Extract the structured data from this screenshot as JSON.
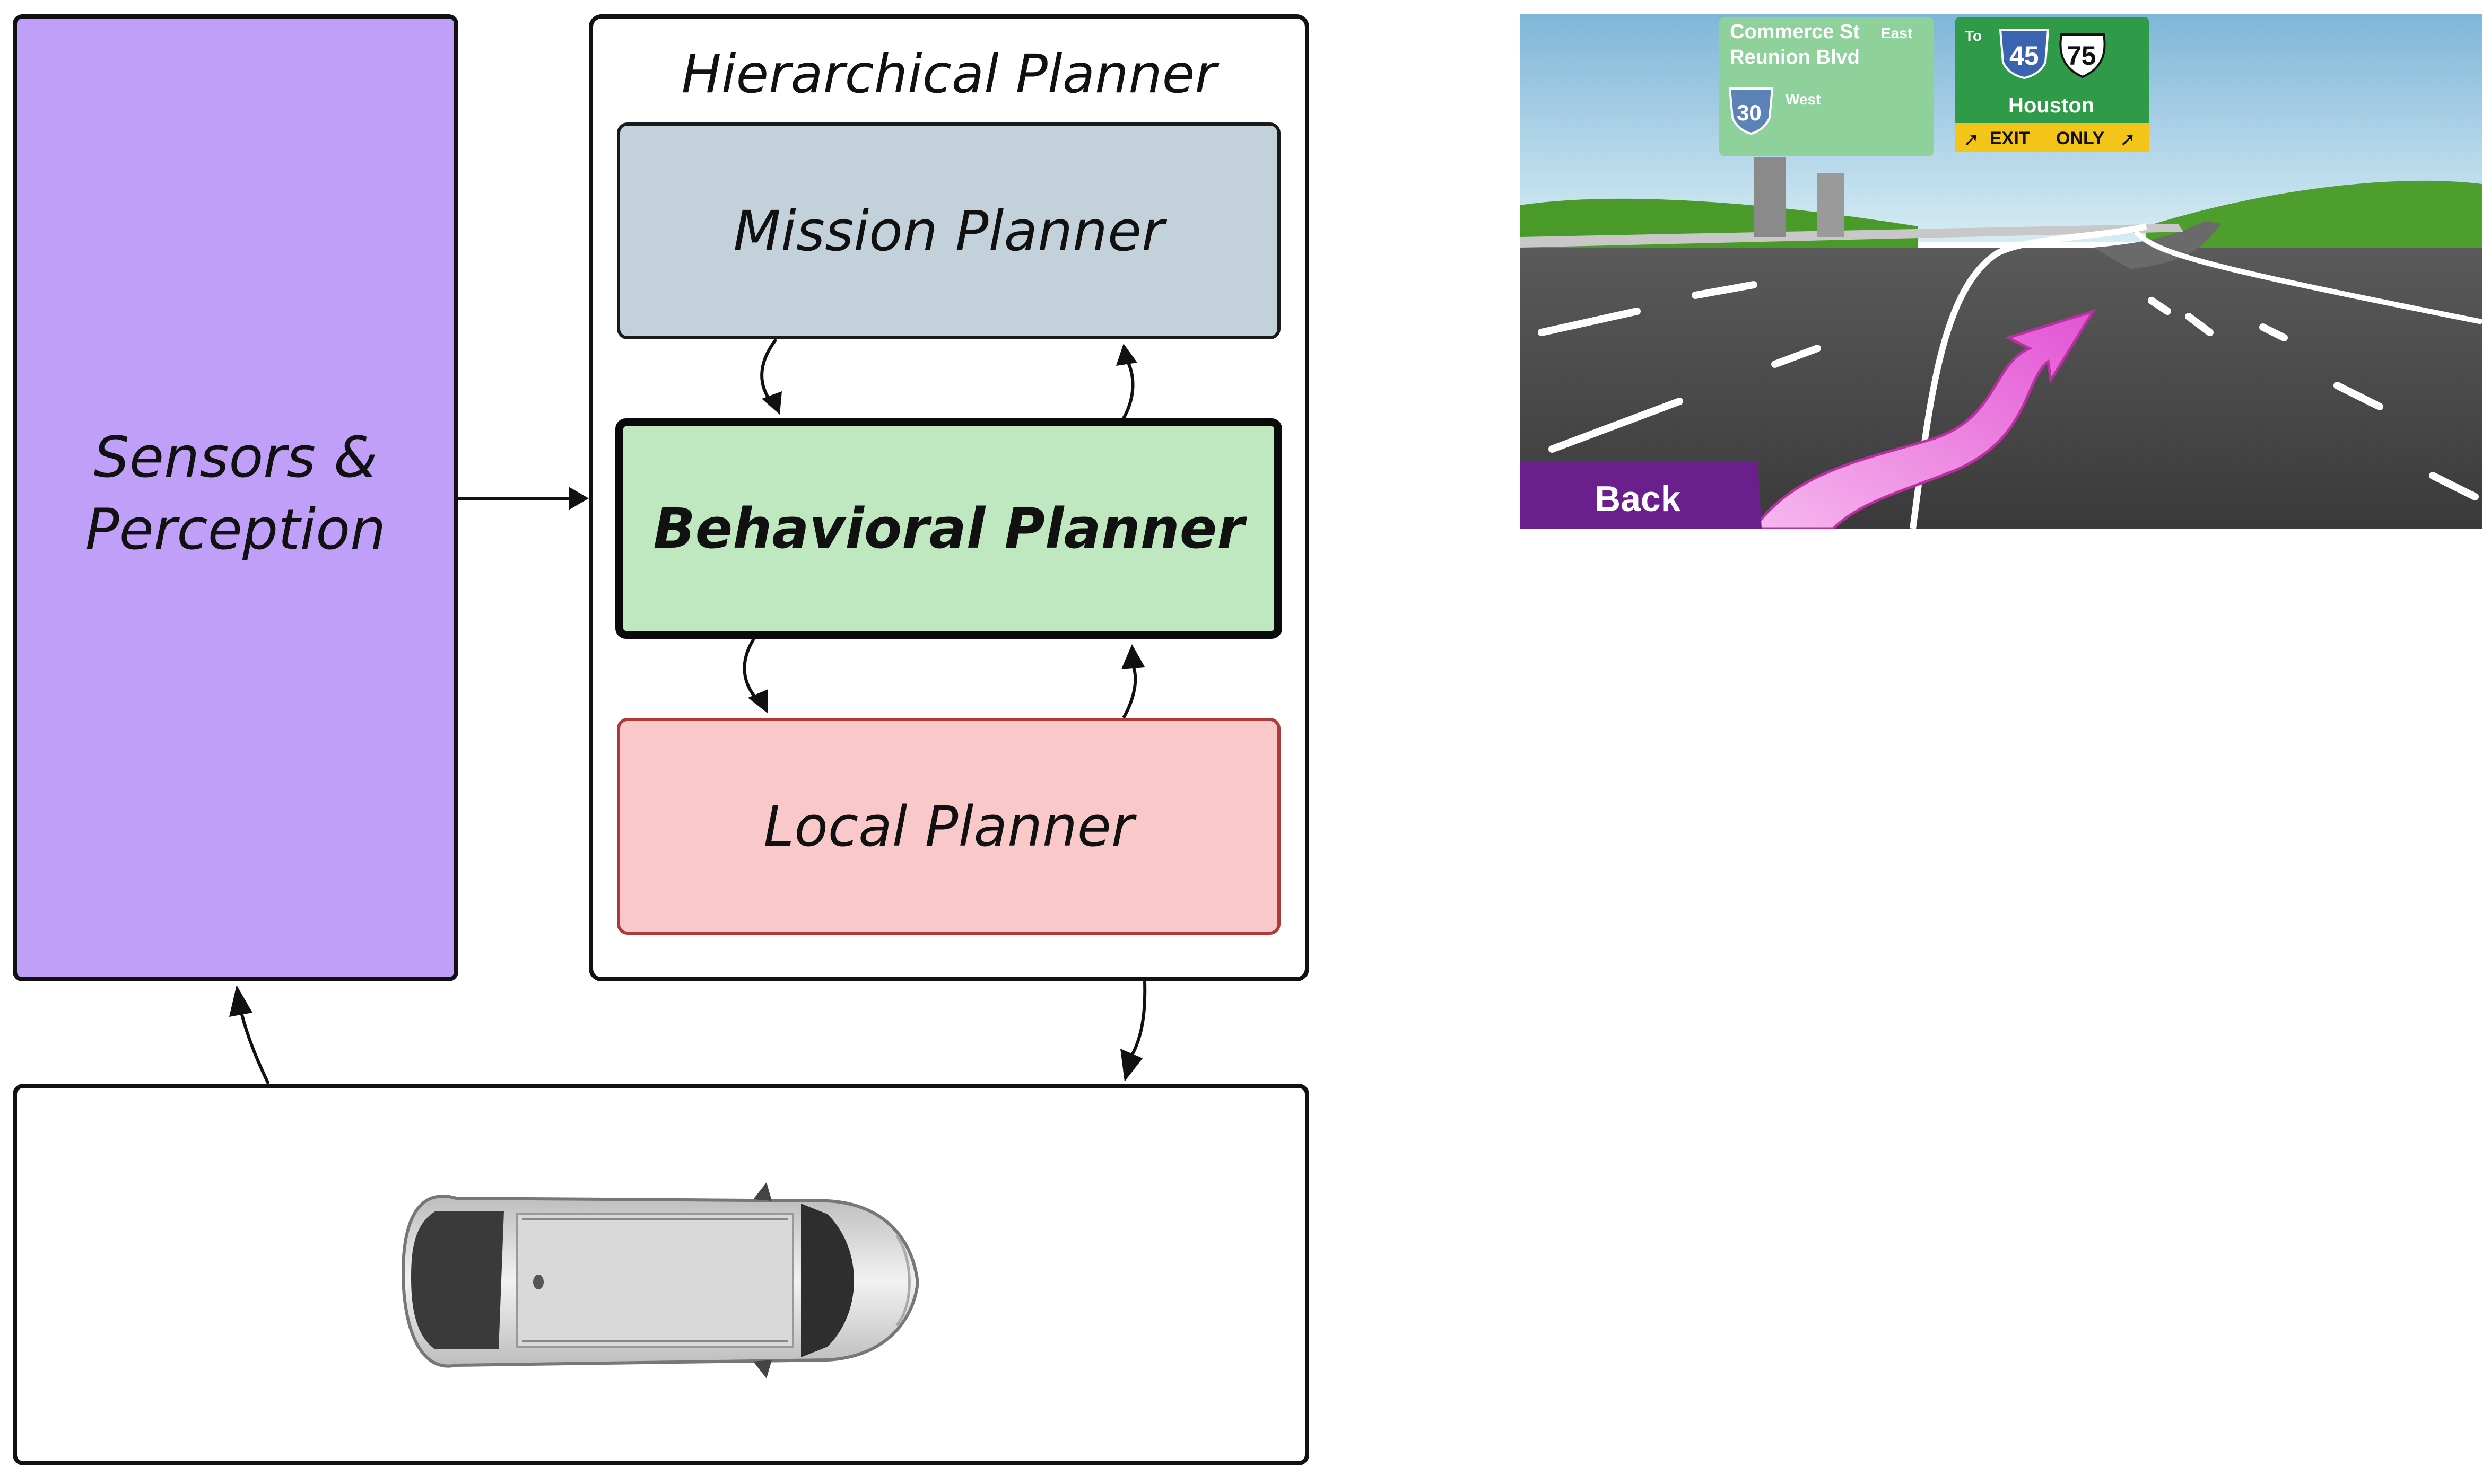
{
  "diagram": {
    "sensors_label_line1": "Sensors &",
    "sensors_label_line2": "Perception",
    "hierarchical_title": "Hierarchical Planner",
    "mission_label": "Mission Planner",
    "behavioral_label": "Behavioral Planner",
    "local_label": "Local Planner"
  },
  "colors": {
    "sensors_fill": "#bf9ff8",
    "mission_fill": "#c3d2da",
    "behavioral_fill": "#c0e8c0",
    "local_fill": "#f9c8c9",
    "local_border": "#b03a3a",
    "nav_arrow": "#e85ad8",
    "sign_green": "#2f9a48",
    "back_button": "#6a1f8c"
  },
  "nav_screenshot": {
    "sign_left_line1": "Commerce St",
    "sign_left_east": "East",
    "sign_left_line2": "Reunion Blvd",
    "sign_left_route": "30",
    "sign_left_west": "West",
    "sign_right_to": "To",
    "sign_right_route1": "45",
    "sign_right_route2": "75",
    "sign_right_city": "Houston",
    "sign_right_exit": "EXIT",
    "sign_right_only": "ONLY",
    "back_label": "Back"
  },
  "icons": {
    "car": "car-top-view-icon",
    "nav_arrow": "turn-arrow-icon"
  }
}
